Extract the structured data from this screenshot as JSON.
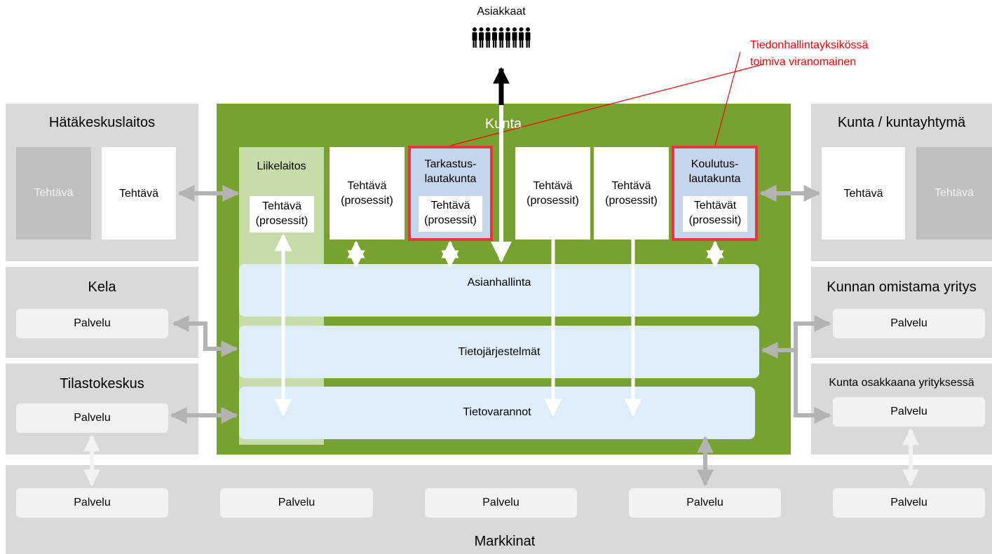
{
  "top": {
    "customers": "Asiakkaat",
    "customers_icon": "people-group-icon"
  },
  "annotation": {
    "line1": "Tiedonhallintayksikössä",
    "line2": "toimiva viranomainen",
    "color": "#ff0000"
  },
  "left": {
    "emergency": {
      "title": "Hätäkeskuslaitos",
      "task_muted": "Tehtävä",
      "task": "Tehtävä"
    },
    "kela": {
      "title": "Kela",
      "service": "Palvelu"
    },
    "stats": {
      "title": "Tilastokeskus",
      "service": "Palvelu"
    }
  },
  "right": {
    "municipality": {
      "title": "Kunta / kuntayhtymä",
      "task": "Tehtävä",
      "task_muted": "Tehtävä"
    },
    "owned": {
      "title": "Kunnan omistama yritys",
      "service": "Palvelu"
    },
    "shareholder": {
      "title": "Kunta osakkaana yrityksessä",
      "service": "Palvelu"
    }
  },
  "center": {
    "title": "Kunta",
    "enterprise": {
      "label": "Liikelaitos",
      "task_line1": "Tehtävä",
      "task_line2": "(prosessit)"
    },
    "task1": {
      "line1": "Tehtävä",
      "line2": "(prosessit)"
    },
    "audit": {
      "line1": "Tarkastus-",
      "line2": "lautakunta",
      "task_line1": "Tehtävä",
      "task_line2": "(prosessit)"
    },
    "task2": {
      "line1": "Tehtävä",
      "line2": "(prosessit)"
    },
    "task3": {
      "line1": "Tehtävä",
      "line2": "(prosessit)"
    },
    "education": {
      "line1": "Koulutus-",
      "line2": "lautakunta",
      "task_line1": "Tehtävät",
      "task_line2": "(prosessit)"
    },
    "bands": {
      "case": "Asianhallinta",
      "systems": "Tietojärjestelmät",
      "data": "Tietovarannot"
    }
  },
  "market": {
    "title": "Markkinat",
    "services": [
      "Palvelu",
      "Palvelu",
      "Palvelu",
      "Palvelu",
      "Palvelu"
    ]
  },
  "colors": {
    "green": "#78a22f",
    "light_green": "#c8dcaa",
    "grey_panel": "#d9d9d9",
    "light_blue": "#ddeefa",
    "board_blue": "#c5d5ea",
    "highlight_red": "#e8343c",
    "arrow_grey": "#b3b3b3"
  }
}
